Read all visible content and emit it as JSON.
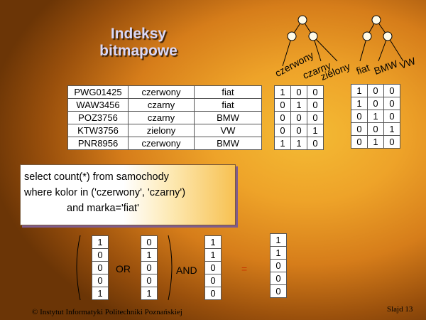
{
  "title": {
    "line1": "Indeksy",
    "line2": "bitmapowe"
  },
  "main_table": [
    [
      "PWG01425",
      "czerwony",
      "fiat"
    ],
    [
      "WAW3456",
      "czarny",
      "fiat"
    ],
    [
      "POZ3756",
      "czarny",
      "BMW"
    ],
    [
      "KTW3756",
      "zielony",
      "VW"
    ],
    [
      "PNR8956",
      "czerwony",
      "BMW"
    ]
  ],
  "color_bitmap": {
    "labels": [
      "czerwony",
      "czarny",
      "zielony"
    ],
    "rows": [
      [
        "1",
        "0",
        "0"
      ],
      [
        "0",
        "1",
        "0"
      ],
      [
        "0",
        "0",
        "0"
      ],
      [
        "0",
        "0",
        "1"
      ],
      [
        "1",
        "1",
        "0"
      ]
    ]
  },
  "brand_bitmap": {
    "labels": [
      "fiat",
      "BMW",
      "VW"
    ],
    "rows": [
      [
        "1",
        "0",
        "0"
      ],
      [
        "1",
        "0",
        "0"
      ],
      [
        "0",
        "1",
        "0"
      ],
      [
        "0",
        "0",
        "1"
      ],
      [
        "0",
        "1",
        "0"
      ]
    ]
  },
  "query": {
    "line1": "select count(*) from samochody",
    "line2": "where kolor in ('czerwony', 'czarny')",
    "line3": "and marka='fiat'"
  },
  "operation": {
    "vec_a": [
      "1",
      "0",
      "0",
      "0",
      "1"
    ],
    "op1": "OR",
    "vec_b": [
      "0",
      "1",
      "0",
      "0",
      "1"
    ],
    "op2": "AND",
    "vec_c": [
      "1",
      "1",
      "0",
      "0",
      "0"
    ],
    "eq": "=",
    "result": [
      "1",
      "1",
      "0",
      "0",
      "0"
    ]
  },
  "footer": "© Instytut Informatyki Politechniki Poznańskiej",
  "slide_number": "Slajd 13"
}
